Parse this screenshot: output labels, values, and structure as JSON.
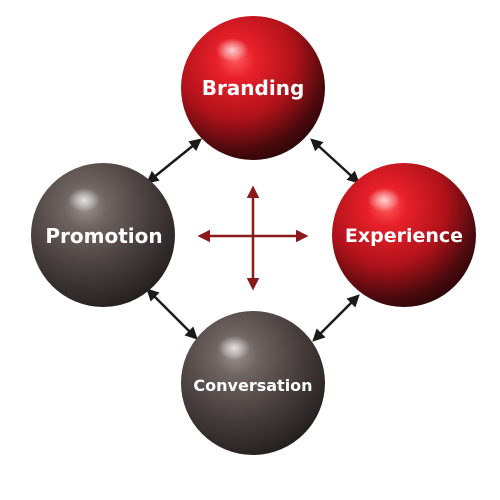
{
  "diagram": {
    "nodes": [
      {
        "id": "branding",
        "label": "Branding",
        "color": "red"
      },
      {
        "id": "promotion",
        "label": "Promotion",
        "color": "dark"
      },
      {
        "id": "experience",
        "label": "Experience",
        "color": "red"
      },
      {
        "id": "conversation",
        "label": "Conversation",
        "color": "dark"
      }
    ],
    "edges": [
      {
        "from": "branding",
        "to": "promotion",
        "type": "bidirectional"
      },
      {
        "from": "branding",
        "to": "experience",
        "type": "bidirectional"
      },
      {
        "from": "promotion",
        "to": "conversation",
        "type": "bidirectional"
      },
      {
        "from": "experience",
        "to": "conversation",
        "type": "bidirectional"
      }
    ],
    "center_marker": "four-way-arrow",
    "colors": {
      "red_accent": "#d6202a",
      "dark_sphere": "#4a4341",
      "arrow_black": "#1a1a1a",
      "arrow_red": "#8b1a1a"
    }
  }
}
